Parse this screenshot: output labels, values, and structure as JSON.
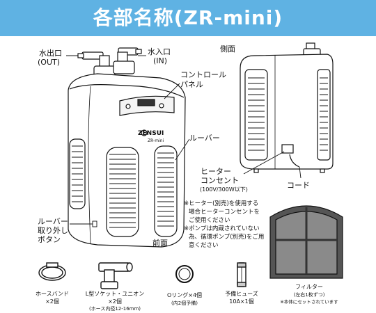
{
  "title": "各部名称(ZR-mini)",
  "labels": {
    "outlet": "水出口",
    "outlet_en": "(OUT)",
    "inlet": "水入口",
    "inlet_en": "(IN)",
    "control_panel": [
      "コントロール",
      "パネル"
    ],
    "louver": "ルーバー",
    "side_view": "側面",
    "front_view": "前面",
    "heater_outlet": [
      "ヒーター",
      "コンセント"
    ],
    "heater_spec": "(100V/300W以下)",
    "cord": "コード",
    "louver_release": [
      "ルーバー",
      "取り外し",
      "ボタン"
    ]
  },
  "brand": {
    "name": "ZENSUI",
    "model": "ZR-mini"
  },
  "notes": [
    "※ヒーター(別売)を使用する",
    "場合ヒーターコンセントを",
    "ご使用ください",
    "※ポンプは内蔵されていない",
    "為、循環ポンプ(別売)をご用",
    "意ください"
  ],
  "accessories": [
    {
      "name": "ホースバンド",
      "detail": "×2個"
    },
    {
      "name": "L型ソケット・ユニオン",
      "detail": "×2個",
      "sub": "(ホース内径12-16mm)"
    },
    {
      "name": "Oリング×4個",
      "sub": "(内2個予備)"
    },
    {
      "name": "予備ヒューズ",
      "detail": "10A×1個"
    },
    {
      "name": "フィルター",
      "detail": "(左右1枚ずつ)",
      "sub": "※本体にセットされています"
    }
  ],
  "colors": {
    "banner": "#5fb2e3",
    "line": "#111111",
    "device": "#ffffff"
  }
}
